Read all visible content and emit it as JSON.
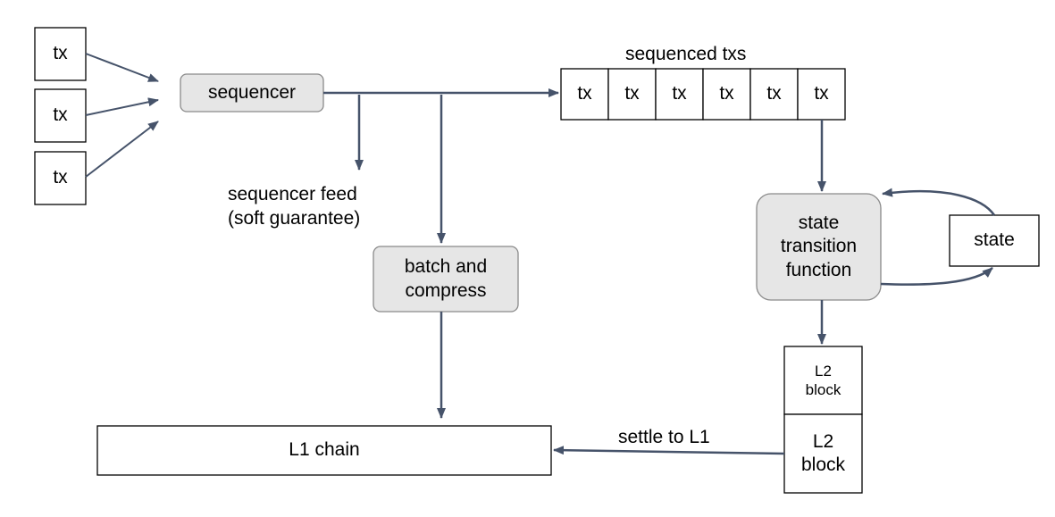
{
  "colors": {
    "arrow": "#46536a",
    "process_fill": "#e6e6e6",
    "process_stroke": "#8a8a8a",
    "box_stroke": "#000000"
  },
  "inputs": {
    "tx_1": "tx",
    "tx_2": "tx",
    "tx_3": "tx"
  },
  "sequencer": {
    "label": "sequencer"
  },
  "sequenced": {
    "title": "sequenced txs",
    "cells": [
      "tx",
      "tx",
      "tx",
      "tx",
      "tx",
      "tx"
    ]
  },
  "feed": {
    "line1": "sequencer feed",
    "line2": "(soft guarantee)"
  },
  "batch": {
    "line1": "batch and",
    "line2": "compress"
  },
  "stf": {
    "line1": "state",
    "line2": "transition",
    "line3": "function"
  },
  "state": {
    "label": "state"
  },
  "blocks": {
    "top_line1": "L2",
    "top_line2": "block",
    "bottom_line1": "L2",
    "bottom_line2": "block"
  },
  "l1": {
    "label": "L1 chain"
  },
  "settle": {
    "label": "settle to L1"
  }
}
